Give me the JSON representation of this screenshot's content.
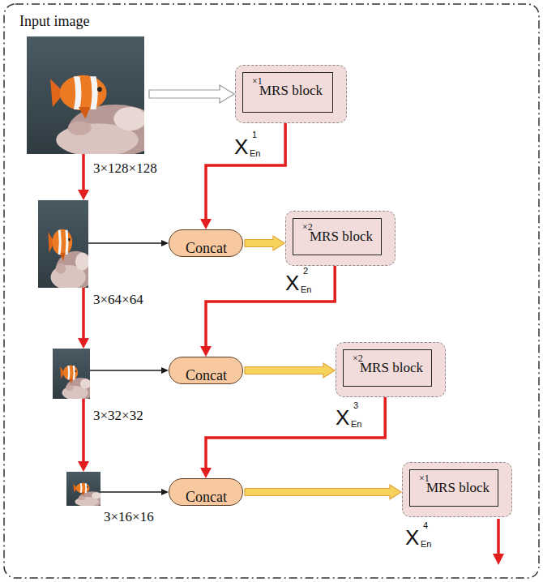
{
  "diagram": {
    "nodes": [
      {
        "text": [
          "Input image"
        ]
      },
      {
        "text": [
          "3×128×128"
        ],
        "in": 0
      },
      {
        "text": [
          "×1"
        ],
        "in": 0
      },
      {
        "text": [
          "MRS block"
        ],
        "in": 2
      },
      {
        "text": [
          "3×64×64"
        ],
        "in": 0
      },
      {
        "text": [
          "Concat"
        ],
        "in": 0
      },
      {
        "text": [
          "×2"
        ],
        "in": 0
      },
      {
        "text": [
          "MRS block"
        ],
        "in": 6
      },
      {
        "text": [
          "3×32×32"
        ],
        "in": 0
      },
      {
        "text": [
          "Concat"
        ],
        "in": 0
      },
      {
        "text": [
          "×2"
        ],
        "in": 0
      },
      {
        "text": [
          "MRS block"
        ],
        "in": 10
      },
      {
        "text": [
          "3×16×16"
        ],
        "in": 0
      },
      {
        "text": [
          "Concat"
        ],
        "in": 0
      },
      {
        "text": [
          "×1"
        ],
        "in": 0
      },
      {
        "text": [
          "MRS block"
        ],
        "in": 14
      }
    ],
    "edges": [
      {
        "from": 1,
        "to": 2,
        "arrow": "to"
      },
      {
        "from": 1,
        "to": 4,
        "arrow": "to"
      },
      {
        "from": 2,
        "to": 5,
        "arrow": "to"
      },
      {
        "from": 4,
        "to": 5,
        "arrow": "to"
      },
      {
        "from": 5,
        "to": 6,
        "arrow": "to"
      },
      {
        "from": 4,
        "to": 8,
        "arrow": "to"
      },
      {
        "from": 6,
        "to": 9,
        "arrow": "to"
      },
      {
        "from": 8,
        "to": 9,
        "arrow": "to"
      },
      {
        "from": 9,
        "to": 10,
        "arrow": "to"
      },
      {
        "from": 8,
        "to": 12,
        "arrow": "to"
      },
      {
        "from": 10,
        "to": 13,
        "arrow": "to"
      },
      {
        "from": 12,
        "to": 13,
        "arrow": "to"
      },
      {
        "from": 13,
        "to": 14,
        "arrow": "to"
      }
    ],
    "labels": [
      "X",
      "1",
      "En",
      "X",
      "2",
      "En",
      "X",
      "3",
      "En",
      "X",
      "4",
      "En"
    ]
  }
}
